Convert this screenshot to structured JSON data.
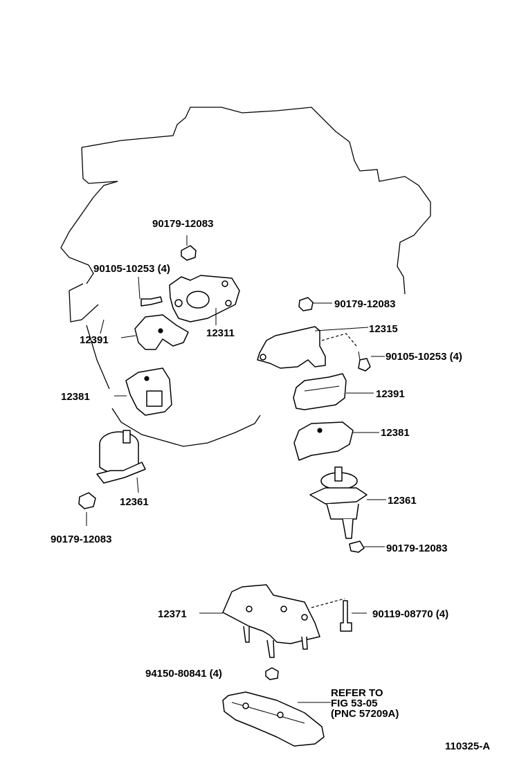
{
  "labels": {
    "bolt_top_left": "90179-12083",
    "bolt_left_qty": "90105-10253 (4)",
    "part_12311": "12311",
    "part_12391_left": "12391",
    "part_12381_left": "12381",
    "part_12361_left": "12361",
    "nut_left_bottom": "90179-12083",
    "nut_right_top": "90179-12083",
    "part_12315": "12315",
    "bolt_right_qty": "90105-10253 (4)",
    "part_12391_right": "12391",
    "part_12381_right": "12381",
    "part_12361_right": "12361",
    "nut_right_bottom": "90179-12083",
    "part_12371": "12371",
    "bolt_bottom_qty": "90119-08770 (4)",
    "nut_bottom_qty": "94150-80841 (4)",
    "refer_line1": "REFER TO",
    "refer_line2": "FIG 53-05",
    "refer_line3": "(PNC 57209A)",
    "figure_id": "110325-A"
  }
}
